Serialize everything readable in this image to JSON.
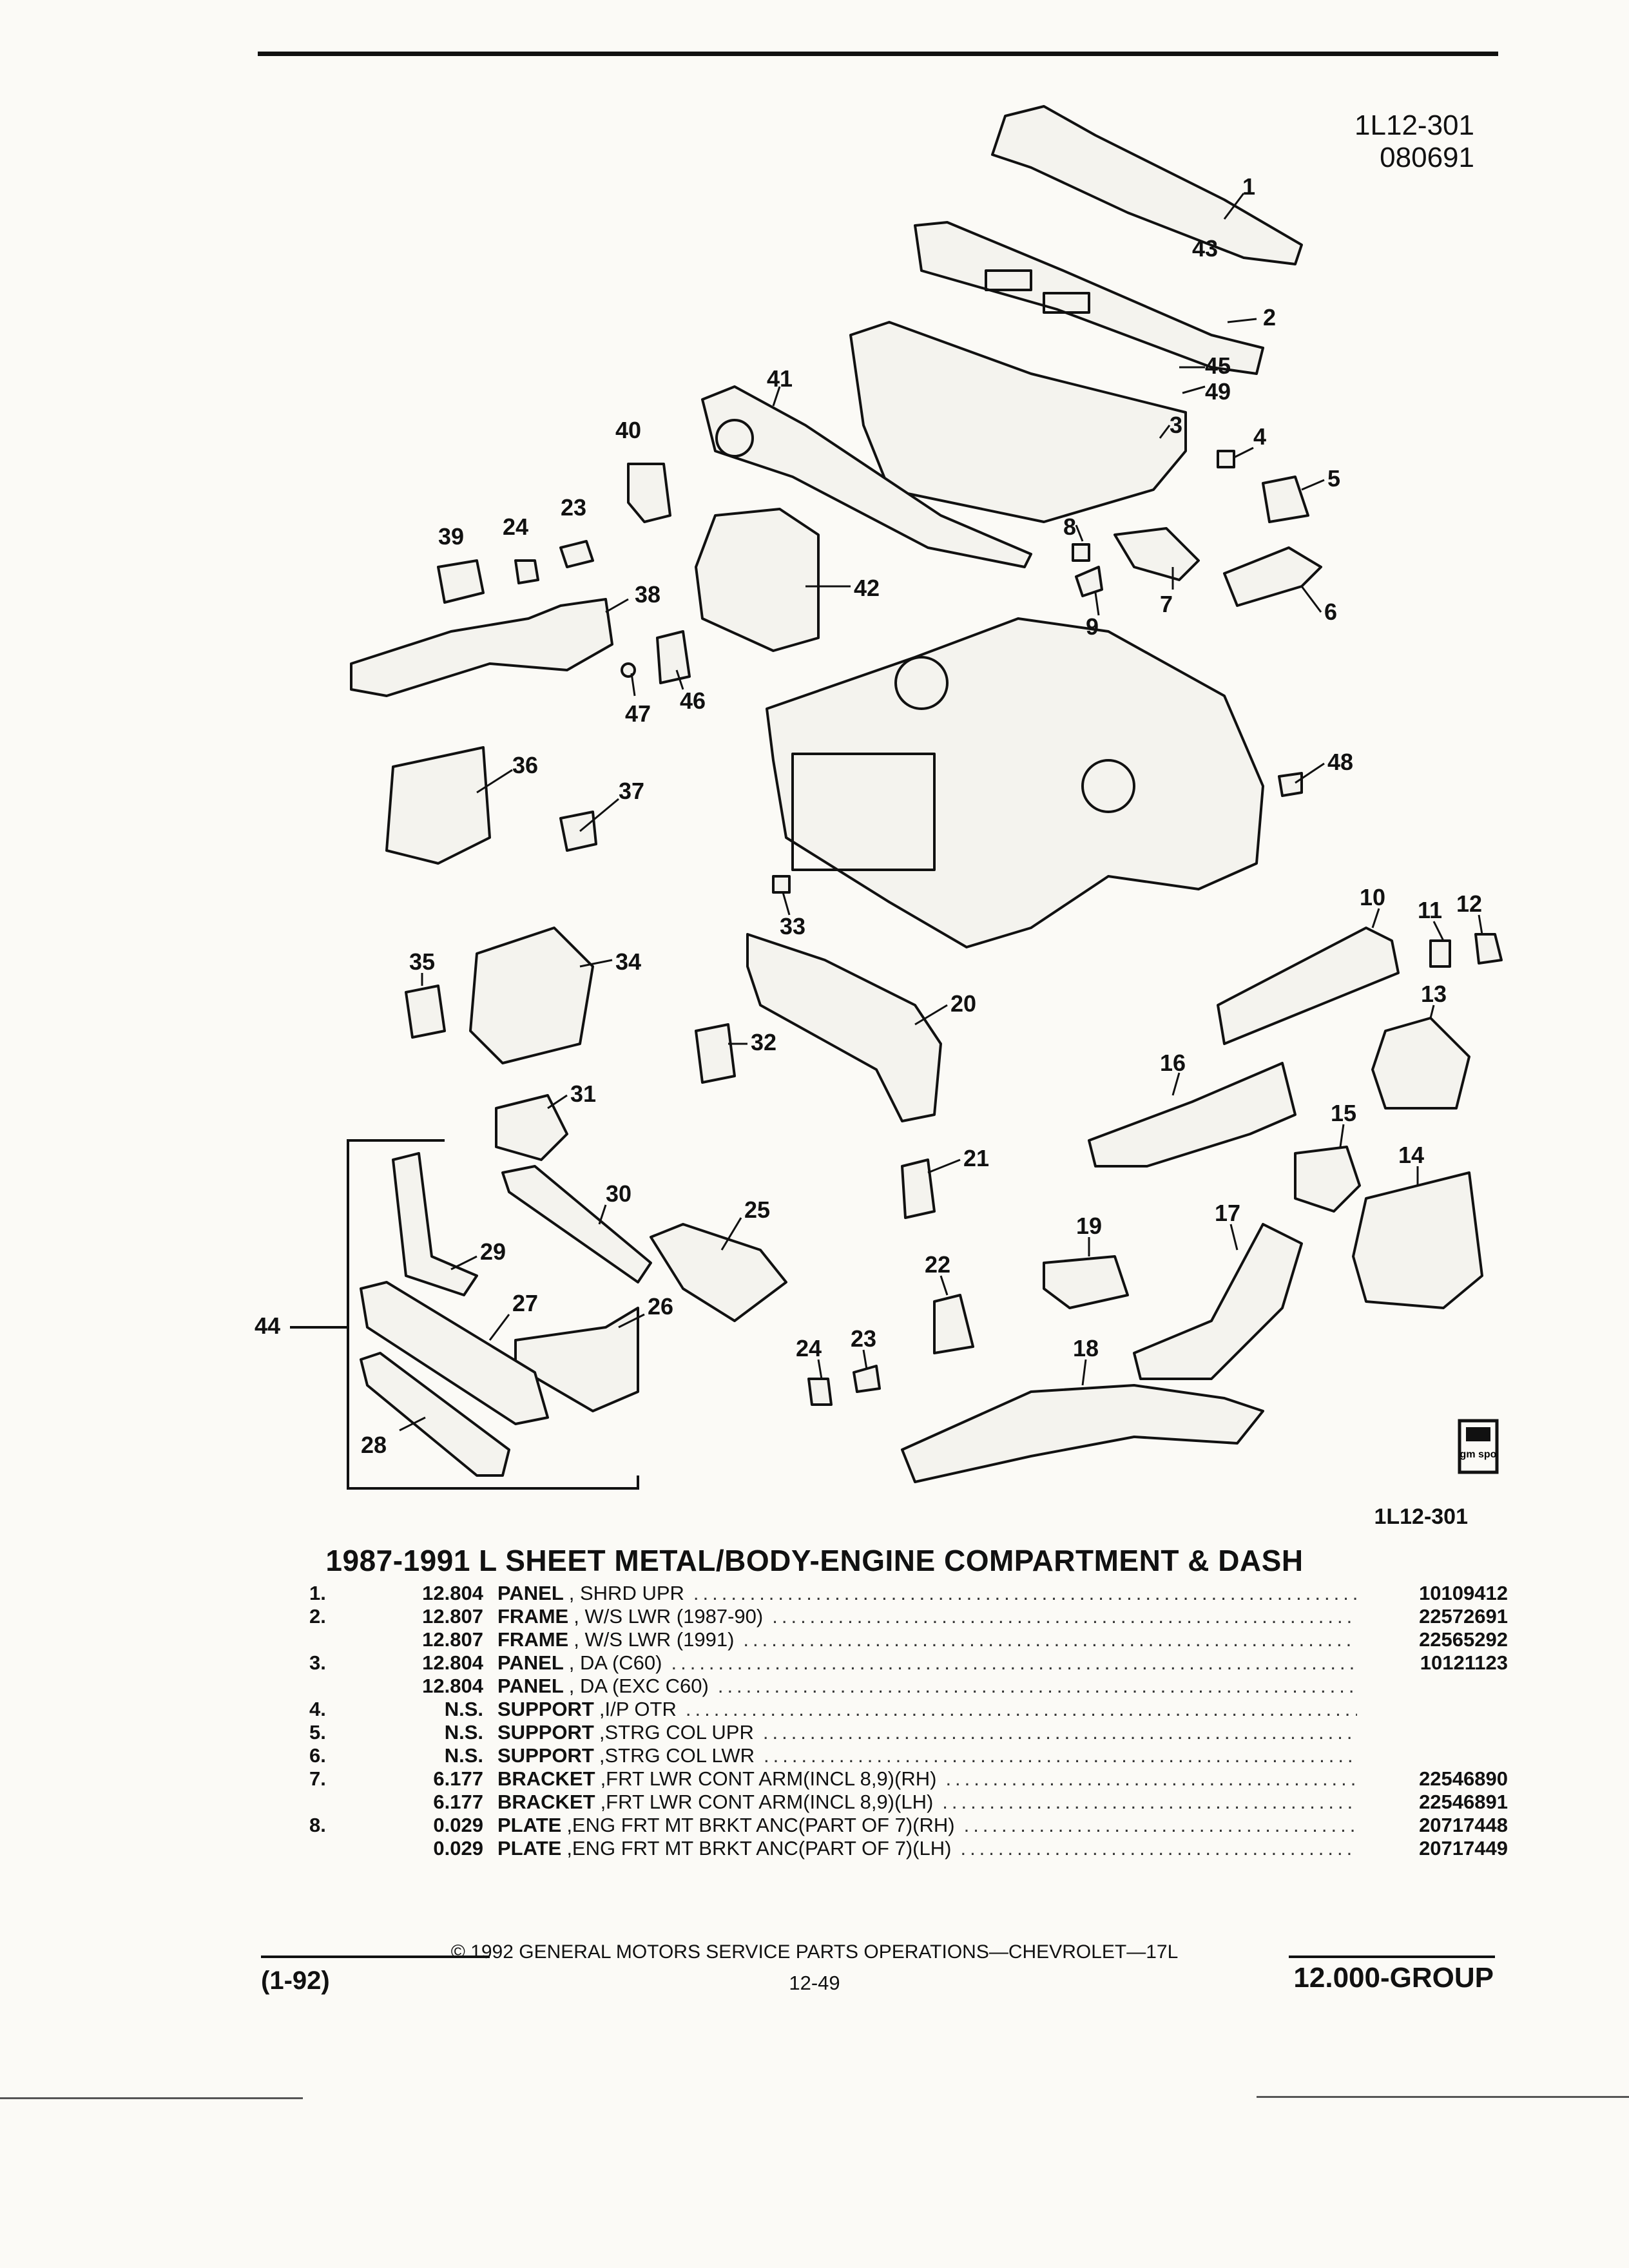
{
  "header": {
    "doc_id_line1": "1L12-301",
    "doc_id_line2": "080691"
  },
  "diagram": {
    "figure_id": "1L12-301",
    "callouts": [
      "1",
      "43",
      "2",
      "45",
      "49",
      "41",
      "3",
      "4",
      "5",
      "40",
      "23",
      "24",
      "39",
      "8",
      "7",
      "9",
      "6",
      "42",
      "38",
      "47",
      "46",
      "36",
      "37",
      "48",
      "33",
      "10",
      "11",
      "12",
      "35",
      "34",
      "13",
      "20",
      "32",
      "16",
      "15",
      "31",
      "21",
      "14",
      "30",
      "17",
      "29",
      "25",
      "19",
      "27",
      "22",
      "44",
      "26",
      "23",
      "24",
      "18",
      "28"
    ],
    "logo_text": "gm spo"
  },
  "title": "1987-1991 L SHEET METAL/BODY-ENGINE COMPARTMENT & DASH",
  "parts": [
    {
      "num": "1.",
      "ref": "12.804",
      "name": "PANEL",
      "desc": ", SHRD UPR",
      "part": "10109412"
    },
    {
      "num": "2.",
      "ref": "12.807",
      "name": "FRAME",
      "desc": ", W/S LWR (1987-90)",
      "part": "22572691"
    },
    {
      "num": "",
      "ref": "12.807",
      "name": "FRAME",
      "desc": ", W/S LWR (1991)",
      "part": "22565292"
    },
    {
      "num": "3.",
      "ref": "12.804",
      "name": "PANEL",
      "desc": ", DA (C60)",
      "part": "10121123"
    },
    {
      "num": "",
      "ref": "12.804",
      "name": "PANEL",
      "desc": ", DA (EXC C60)",
      "part": ""
    },
    {
      "num": "4.",
      "ref": "N.S.",
      "name": "SUPPORT",
      "desc": ",I/P OTR",
      "part": ""
    },
    {
      "num": "5.",
      "ref": "N.S.",
      "name": "SUPPORT",
      "desc": ",STRG COL UPR",
      "part": ""
    },
    {
      "num": "6.",
      "ref": "N.S.",
      "name": "SUPPORT",
      "desc": ",STRG COL LWR",
      "part": ""
    },
    {
      "num": "7.",
      "ref": "6.177",
      "name": "BRACKET",
      "desc": ",FRT LWR CONT ARM(INCL 8,9)(RH)",
      "part": "22546890"
    },
    {
      "num": "",
      "ref": "6.177",
      "name": "BRACKET",
      "desc": ",FRT LWR CONT ARM(INCL 8,9)(LH)",
      "part": "22546891"
    },
    {
      "num": "8.",
      "ref": "0.029",
      "name": "PLATE",
      "desc": ",ENG FRT MT BRKT ANC(PART OF 7)(RH)",
      "part": "20717448"
    },
    {
      "num": "",
      "ref": "0.029",
      "name": "PLATE",
      "desc": ",ENG FRT MT BRKT ANC(PART OF 7)(LH)",
      "part": "20717449"
    }
  ],
  "footer": {
    "copyright": "© 1992 GENERAL MOTORS SERVICE PARTS OPERATIONS—CHEVROLET—17L",
    "edition": "(1-92)",
    "page": "12-49",
    "group": "12.000-GROUP"
  }
}
